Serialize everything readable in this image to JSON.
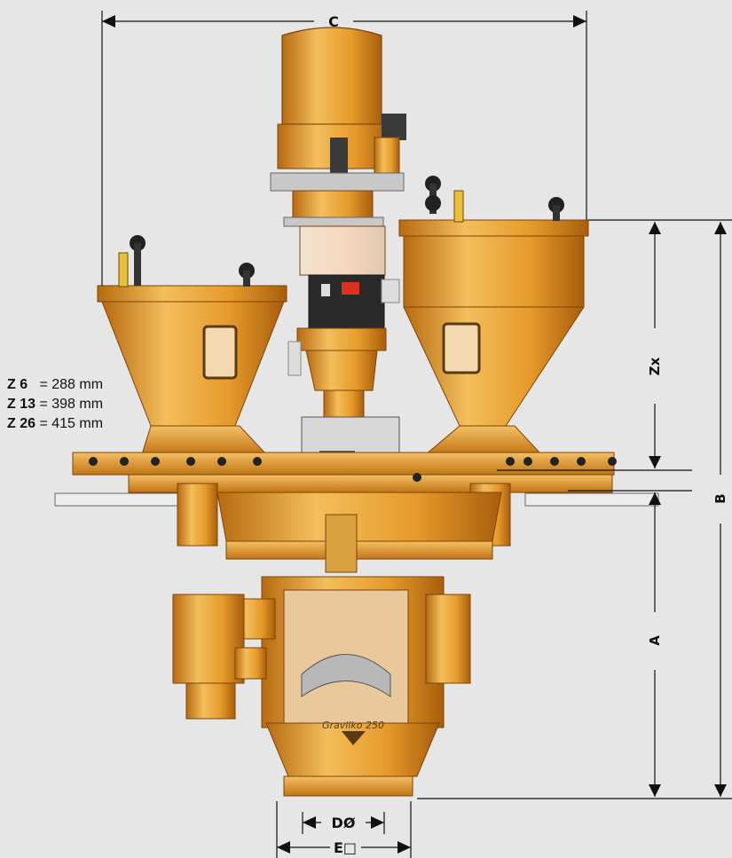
{
  "dimensions": {
    "C": "C",
    "B": "B",
    "A": "A",
    "Zx": "Zx",
    "D": "DØ",
    "E": "E□"
  },
  "z_values": [
    {
      "label": "Z 6",
      "value": "= 288 mm"
    },
    {
      "label": "Z 13",
      "value": "= 398 mm"
    },
    {
      "label": "Z 26",
      "value": "= 415 mm"
    }
  ],
  "machine": {
    "brand_label": "Gravilko 250"
  },
  "colors": {
    "body_orange": "#e69a2a",
    "body_dark": "#b86a10",
    "body_light": "#f3be5c",
    "background": "#e6e6e6"
  }
}
